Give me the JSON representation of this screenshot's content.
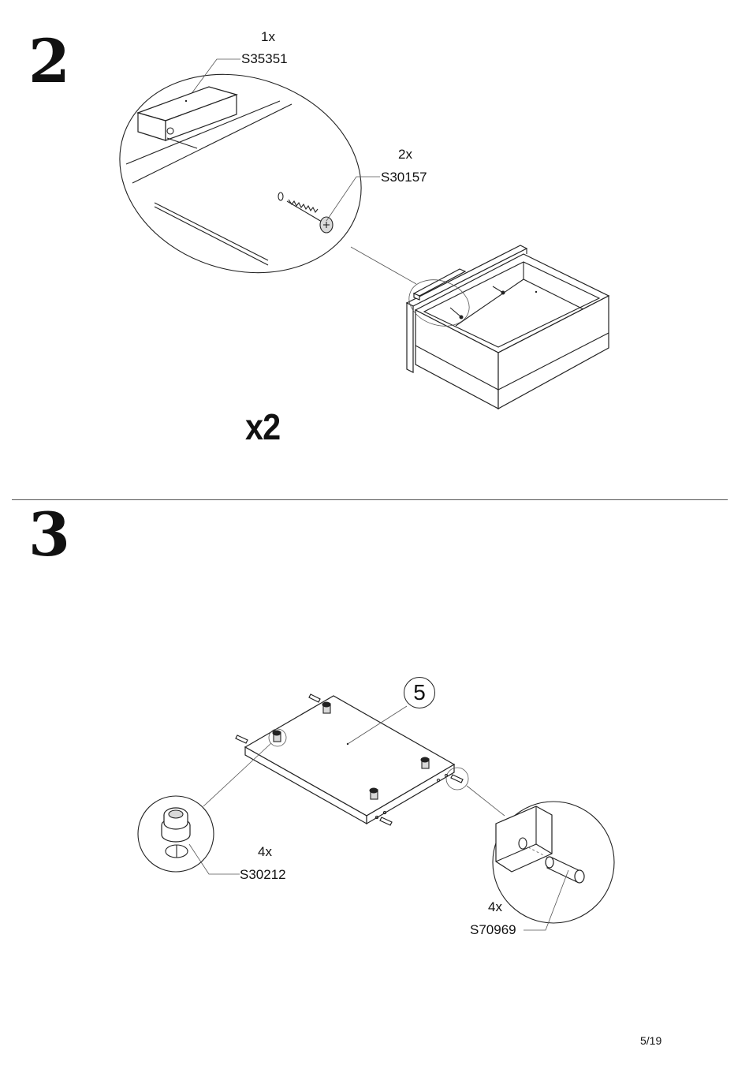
{
  "steps": [
    {
      "number": "2",
      "parts": [
        {
          "qty": "1x",
          "code": "S35351"
        },
        {
          "qty": "2x",
          "code": "S30157"
        }
      ],
      "multiplier": "x2"
    },
    {
      "number": "3",
      "panel_number": "5",
      "parts": [
        {
          "qty": "4x",
          "code": "S30212"
        },
        {
          "qty": "4x",
          "code": "S70969"
        }
      ]
    }
  ],
  "page": {
    "number": "5/19"
  }
}
